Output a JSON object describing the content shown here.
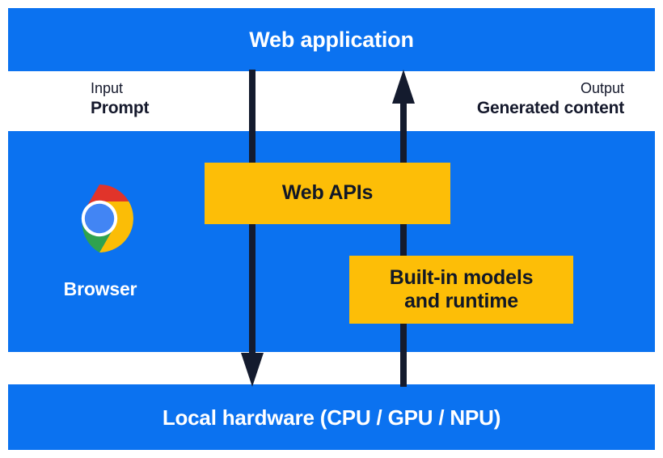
{
  "diagram": {
    "title": "Web application / Browser / Local hardware built-in AI flow",
    "colors": {
      "band_blue": "#0b72f0",
      "box_amber": "#fdbe07",
      "arrow_navy": "#141b2e",
      "band_text": "#ffffff",
      "box_text": "#111827",
      "label_text": "#15192c",
      "background": "#ffffff"
    }
  },
  "layers": {
    "web_application": {
      "label": "Web application"
    },
    "browser": {
      "label": "Browser",
      "logo_icon": "chrome-logo-icon",
      "boxes": [
        {
          "id": "web-apis",
          "label": "Web APIs"
        },
        {
          "id": "builtin-models",
          "label": "Built-in models\nand runtime"
        }
      ]
    },
    "local_hardware": {
      "label": "Local hardware (CPU / GPU / NPU)"
    }
  },
  "flows": [
    {
      "id": "input",
      "kind": "Input",
      "value": "Prompt",
      "direction": "down",
      "icon": "arrow-down-icon"
    },
    {
      "id": "output",
      "kind": "Output",
      "value": "Generated content",
      "direction": "up",
      "icon": "arrow-up-icon"
    }
  ]
}
